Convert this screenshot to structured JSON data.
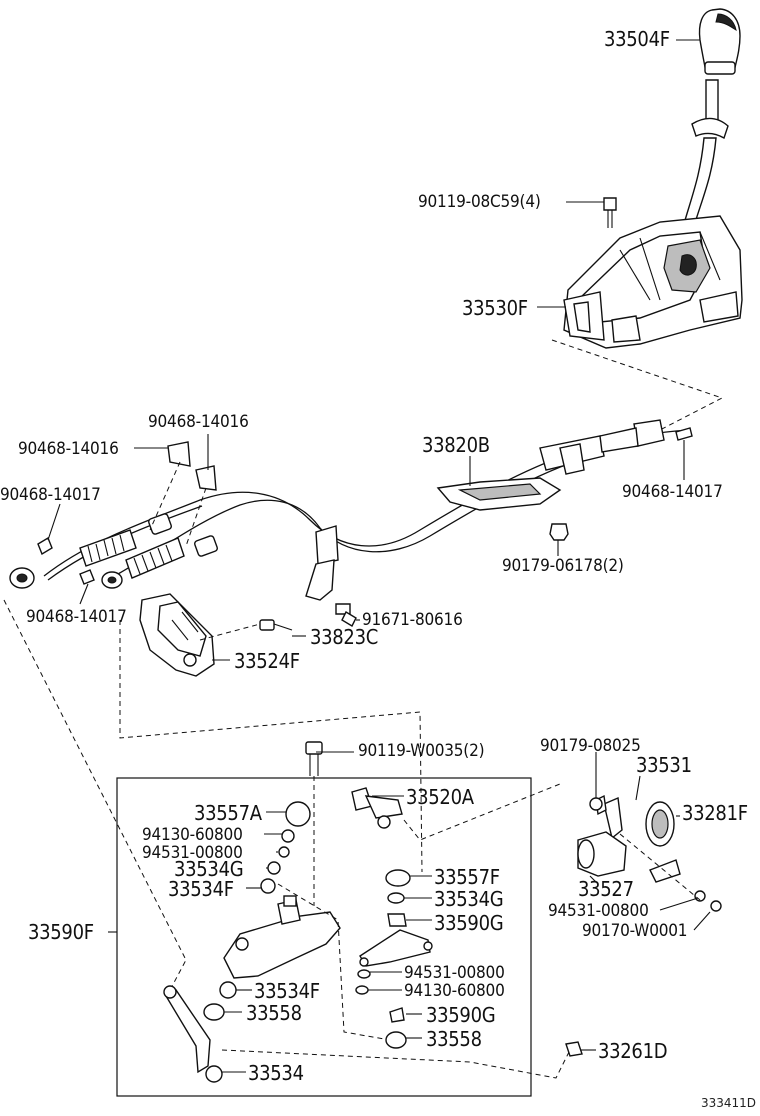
{
  "diagram": {
    "labels": {
      "l33504F": "33504F",
      "l90119_08C59": "90119-08C59(4)",
      "l33530F": "33530F",
      "l90468_14016_a": "90468-14016",
      "l90468_14016_b": "90468-14016",
      "l33820B": "33820B",
      "l90468_14017_a": "90468-14017",
      "l90468_14017_b": "90468-14017",
      "l90468_14017_c": "90468-14017",
      "l90179_06178": "90179-06178(2)",
      "l91671_80616": "91671-80616",
      "l33823C": "33823C",
      "l33524F": "33524F",
      "l90119_W0035": "90119-W0035(2)",
      "l90179_08025": "90179-08025",
      "l33531": "33531",
      "l33281F": "33281F",
      "l33557A": "33557A",
      "l33520A": "33520A",
      "l94130_60800_a": "94130-60800",
      "l94531_00800_a": "94531-00800",
      "l33534G_a": "33534G",
      "l33534F_a": "33534F",
      "l33557F": "33557F",
      "l33534G_b": "33534G",
      "l33590G_a": "33590G",
      "l33527": "33527",
      "l94531_00800_b": "94531-00800",
      "l90170_W0001": "90170-W0001",
      "l33590F": "33590F",
      "l94531_00800_c": "94531-00800",
      "l94130_60800_b": "94130-60800",
      "l33534F_b": "33534F",
      "l33590G_b": "33590G",
      "l33558_a": "33558",
      "l33558_b": "33558",
      "l33261D": "33261D",
      "l33534": "33534"
    },
    "footer_code": "333411D"
  }
}
